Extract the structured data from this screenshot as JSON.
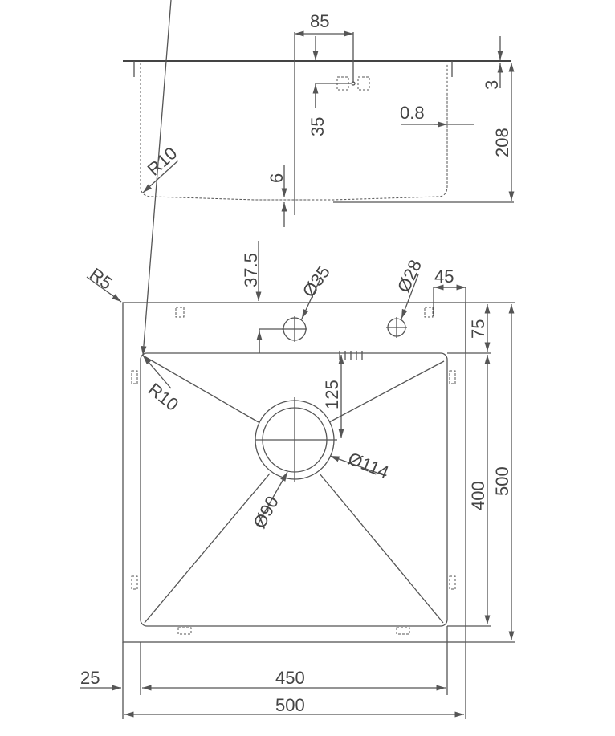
{
  "side_view": {
    "width_offset": "85",
    "overflow_depth": "35",
    "thickness": "0.8",
    "rim": "3",
    "depth": "208",
    "radius": "R10",
    "drain_drop": "6"
  },
  "plan_view": {
    "corner_radius": "R5",
    "tap_offset": "37.5",
    "tap_hole_1": "Ø35",
    "tap_hole_2": "Ø28",
    "tap_edge": "45",
    "deck_depth": "75",
    "bowl_radius": "R10",
    "drain_offset": "125",
    "drain_outer": "Ø114",
    "drain_inner": "Ø90",
    "bowl_depth": "400",
    "overall_depth": "500",
    "flange": "25",
    "bowl_width": "450",
    "overall_width": "500"
  }
}
